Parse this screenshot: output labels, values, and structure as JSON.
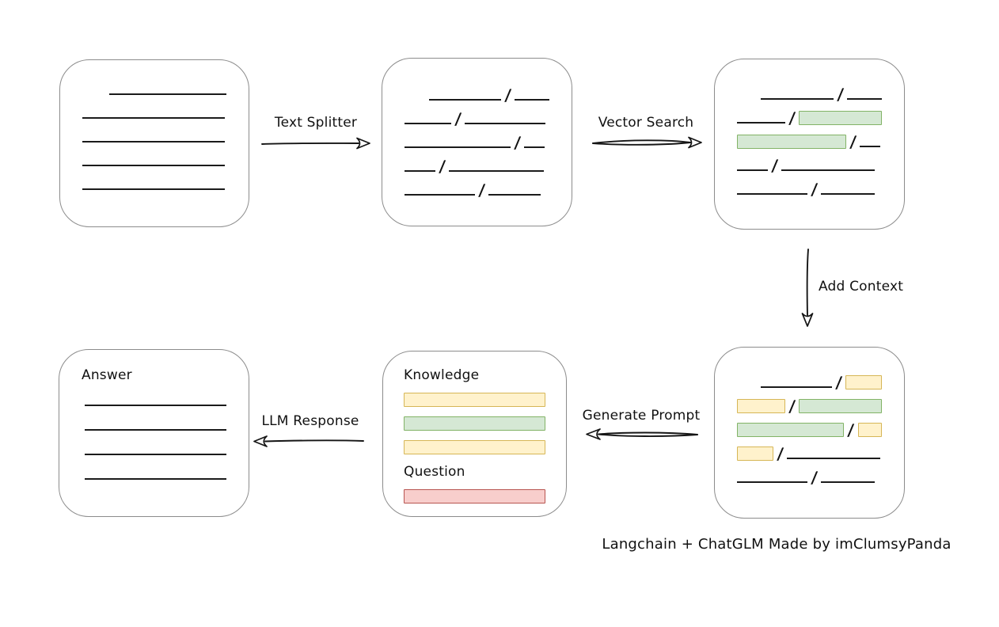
{
  "footer": "Langchain + ChatGLM Made by imClumsyPanda",
  "slash_glyph": "/",
  "colors": {
    "green_fill": "#d5e8d4",
    "green_stroke": "#82b366",
    "yellow_fill": "#fff2cc",
    "yellow_stroke": "#d6b656",
    "red_fill": "#f8cecc",
    "red_stroke": "#b85450",
    "box_border": "#8c8c8c",
    "line": "#1b1b1b"
  },
  "arrows": {
    "text_splitter": {
      "label": "Text Splitter",
      "direction": "right"
    },
    "vector_search": {
      "label": "Vector Search",
      "direction": "right"
    },
    "add_context": {
      "label": "Add Context",
      "direction": "down"
    },
    "generate_prompt": {
      "label": "Generate Prompt",
      "direction": "left"
    },
    "llm_response": {
      "label": "LLM Response",
      "direction": "left"
    }
  },
  "nodes": {
    "source_document": {
      "rows": [
        {
          "indent": 34,
          "segs": [
            {
              "t": "line",
              "w": 148
            }
          ]
        },
        {
          "segs": [
            {
              "t": "line",
              "w": 180
            }
          ]
        },
        {
          "segs": [
            {
              "t": "line",
              "w": 180
            }
          ]
        },
        {
          "segs": [
            {
              "t": "line",
              "w": 180
            }
          ]
        },
        {
          "segs": [
            {
              "t": "line",
              "w": 180
            }
          ]
        }
      ]
    },
    "split_chunks": {
      "rows": [
        {
          "indent": 31,
          "segs": [
            {
              "t": "line",
              "w": 92
            },
            {
              "t": "slash"
            },
            {
              "t": "line",
              "w": 44
            }
          ]
        },
        {
          "segs": [
            {
              "t": "line",
              "w": 59
            },
            {
              "t": "slash"
            },
            {
              "t": "line",
              "w": 102
            }
          ]
        },
        {
          "segs": [
            {
              "t": "line",
              "w": 134
            },
            {
              "t": "slash"
            },
            {
              "t": "line",
              "w": 26
            }
          ]
        },
        {
          "segs": [
            {
              "t": "line",
              "w": 39
            },
            {
              "t": "slash"
            },
            {
              "t": "line",
              "w": 120
            }
          ]
        },
        {
          "segs": [
            {
              "t": "line",
              "w": 89
            },
            {
              "t": "slash"
            },
            {
              "t": "line",
              "w": 66
            }
          ]
        }
      ]
    },
    "matched_chunks": {
      "rows": [
        {
          "indent": 30,
          "segs": [
            {
              "t": "line",
              "w": 93
            },
            {
              "t": "slash"
            },
            {
              "t": "line",
              "w": 44
            }
          ]
        },
        {
          "segs": [
            {
              "t": "line",
              "w": 61
            },
            {
              "t": "slash"
            },
            {
              "t": "green",
              "w": 104
            }
          ]
        },
        {
          "segs": [
            {
              "t": "green",
              "w": 136
            },
            {
              "t": "slash"
            },
            {
              "t": "line",
              "w": 26
            }
          ]
        },
        {
          "segs": [
            {
              "t": "line",
              "w": 39
            },
            {
              "t": "slash"
            },
            {
              "t": "line",
              "w": 118
            }
          ]
        },
        {
          "segs": [
            {
              "t": "line",
              "w": 89
            },
            {
              "t": "slash"
            },
            {
              "t": "line",
              "w": 68
            }
          ]
        }
      ]
    },
    "context_chunks": {
      "rows": [
        {
          "indent": 30,
          "segs": [
            {
              "t": "line",
              "w": 93
            },
            {
              "t": "slash"
            },
            {
              "t": "yellow",
              "w": 45
            }
          ]
        },
        {
          "segs": [
            {
              "t": "yellow",
              "w": 59
            },
            {
              "t": "slash"
            },
            {
              "t": "green",
              "w": 104
            }
          ]
        },
        {
          "segs": [
            {
              "t": "green",
              "w": 136
            },
            {
              "t": "slash"
            },
            {
              "t": "yellow",
              "w": 29
            }
          ]
        },
        {
          "segs": [
            {
              "t": "yellow",
              "w": 44
            },
            {
              "t": "slash"
            },
            {
              "t": "line",
              "w": 118
            }
          ]
        },
        {
          "segs": [
            {
              "t": "line",
              "w": 89
            },
            {
              "t": "slash"
            },
            {
              "t": "line",
              "w": 68
            }
          ]
        }
      ]
    },
    "prompt": {
      "rows": [
        {
          "h": 30,
          "segs": [
            {
              "t": "label",
              "text": "Knowledge",
              "name": "knowledge-label"
            }
          ]
        },
        {
          "segs": [
            {
              "t": "yellow",
              "w": 178
            }
          ]
        },
        {
          "segs": [
            {
              "t": "green",
              "w": 178
            }
          ]
        },
        {
          "segs": [
            {
              "t": "yellow",
              "w": 178
            }
          ]
        },
        {
          "h": 32,
          "segs": [
            {
              "t": "label",
              "text": "Question",
              "name": "question-label"
            }
          ]
        },
        {
          "segs": [
            {
              "t": "red",
              "w": 178
            }
          ]
        }
      ]
    },
    "answer": {
      "rows": [
        {
          "h": 32,
          "segs": [
            {
              "t": "label",
              "text": "Answer",
              "name": "answer-label"
            }
          ]
        },
        {
          "h": 31,
          "indent": 4,
          "segs": [
            {
              "t": "line",
              "w": 181
            }
          ]
        },
        {
          "h": 31,
          "indent": 4,
          "segs": [
            {
              "t": "line",
              "w": 181
            }
          ]
        },
        {
          "h": 31,
          "indent": 4,
          "segs": [
            {
              "t": "line",
              "w": 181
            }
          ]
        },
        {
          "h": 31,
          "indent": 4,
          "segs": [
            {
              "t": "line",
              "w": 181
            }
          ]
        }
      ]
    }
  }
}
